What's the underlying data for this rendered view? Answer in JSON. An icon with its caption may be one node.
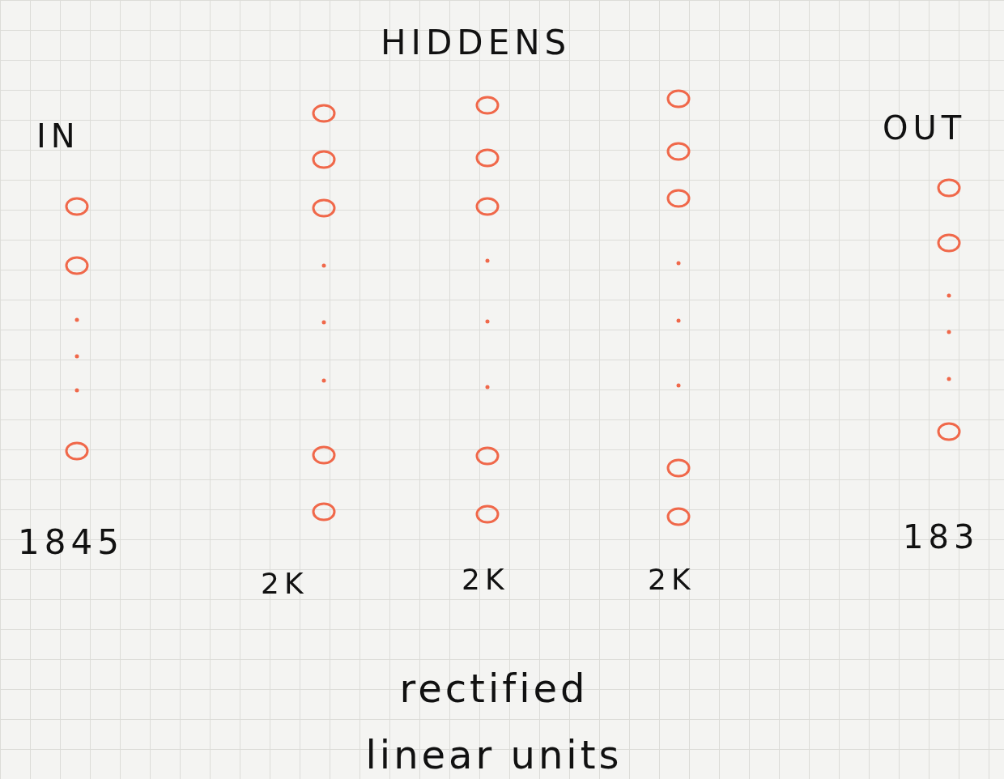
{
  "diagram": {
    "nodes": [
      {
        "text": [],
        "shape": "circle"
      },
      {
        "text": [],
        "shape": "circle"
      },
      {
        "text": [],
        "shape": "circle"
      },
      {
        "text": [],
        "shape": "circle"
      },
      {
        "text": [],
        "shape": "circle"
      },
      {
        "text": [],
        "shape": "circle"
      },
      {
        "text": [],
        "shape": "circle"
      },
      {
        "text": [],
        "shape": "circle"
      },
      {
        "text": [],
        "shape": "circle"
      },
      {
        "text": [],
        "shape": "circle"
      },
      {
        "text": [],
        "shape": "circle"
      },
      {
        "text": [],
        "shape": "circle"
      },
      {
        "text": [],
        "shape": "circle"
      },
      {
        "text": [],
        "shape": "circle"
      },
      {
        "text": [],
        "shape": "circle"
      },
      {
        "text": [],
        "shape": "circle"
      },
      {
        "text": [],
        "shape": "circle"
      },
      {
        "text": [],
        "shape": "circle"
      },
      {
        "text": [],
        "shape": "circle"
      },
      {
        "text": [],
        "shape": "circle"
      },
      {
        "text": [],
        "shape": "circle"
      }
    ],
    "labels": [
      "HIDDENS",
      "IN",
      "OUT",
      "1845",
      "2K",
      "2K",
      "2K",
      "183",
      "rectified linear units"
    ]
  }
}
